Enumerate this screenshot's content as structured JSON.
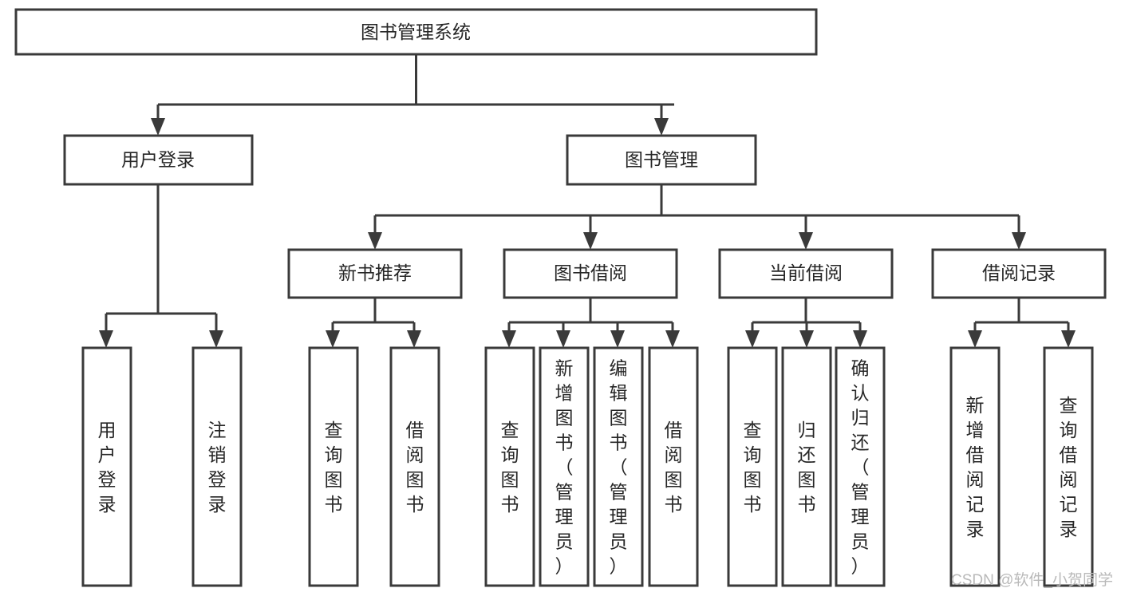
{
  "diagram": {
    "type": "hierarchy-tree",
    "title": "图书管理系统",
    "root": {
      "id": "root",
      "label": "图书管理系统",
      "level": 1,
      "orientation": "horizontal"
    },
    "level2": [
      {
        "id": "user-login",
        "label": "用户登录",
        "level": 2,
        "orientation": "horizontal",
        "parent": "root"
      },
      {
        "id": "book-manage",
        "label": "图书管理",
        "level": 2,
        "orientation": "horizontal",
        "parent": "root"
      }
    ],
    "level3": [
      {
        "id": "new-book-rec",
        "label": "新书推荐",
        "level": 3,
        "orientation": "horizontal",
        "parent": "book-manage"
      },
      {
        "id": "book-borrow",
        "label": "图书借阅",
        "level": 3,
        "orientation": "horizontal",
        "parent": "book-manage"
      },
      {
        "id": "current-borrow",
        "label": "当前借阅",
        "level": 3,
        "orientation": "horizontal",
        "parent": "book-manage"
      },
      {
        "id": "borrow-record",
        "label": "借阅记录",
        "level": 3,
        "orientation": "horizontal",
        "parent": "book-manage"
      }
    ],
    "leaves": [
      {
        "id": "leaf-user-login",
        "label": "用户登录",
        "orientation": "vertical",
        "parent": "user-login"
      },
      {
        "id": "leaf-user-logout",
        "label": "注销登录",
        "orientation": "vertical",
        "parent": "user-login"
      },
      {
        "id": "leaf-query-book-1",
        "label": "查询图书",
        "orientation": "vertical",
        "parent": "new-book-rec"
      },
      {
        "id": "leaf-borrow-book-1",
        "label": "借阅图书",
        "orientation": "vertical",
        "parent": "new-book-rec"
      },
      {
        "id": "leaf-query-book-2",
        "label": "查询图书",
        "orientation": "vertical",
        "parent": "book-borrow"
      },
      {
        "id": "leaf-add-book",
        "label": "新增图书（管理员）",
        "orientation": "vertical",
        "parent": "book-borrow"
      },
      {
        "id": "leaf-edit-book",
        "label": "编辑图书（管理员）",
        "orientation": "vertical",
        "parent": "book-borrow"
      },
      {
        "id": "leaf-borrow-book-2",
        "label": "借阅图书",
        "orientation": "vertical",
        "parent": "book-borrow"
      },
      {
        "id": "leaf-query-book-3",
        "label": "查询图书",
        "orientation": "vertical",
        "parent": "current-borrow"
      },
      {
        "id": "leaf-return-book",
        "label": "归还图书",
        "orientation": "vertical",
        "parent": "current-borrow"
      },
      {
        "id": "leaf-confirm-return",
        "label": "确认归还（管理员）",
        "orientation": "vertical",
        "parent": "current-borrow"
      },
      {
        "id": "leaf-add-record",
        "label": "新增借阅记录",
        "orientation": "vertical",
        "parent": "borrow-record"
      },
      {
        "id": "leaf-query-record",
        "label": "查询借阅记录",
        "orientation": "vertical",
        "parent": "borrow-record"
      }
    ],
    "colors": {
      "box_stroke": "#3a3a3a",
      "box_fill": "#ffffff",
      "text": "#262626",
      "background": "#ffffff",
      "watermark": "#b9b9b9"
    }
  },
  "watermark": {
    "text": "CSDN @软件_小贺同学"
  }
}
